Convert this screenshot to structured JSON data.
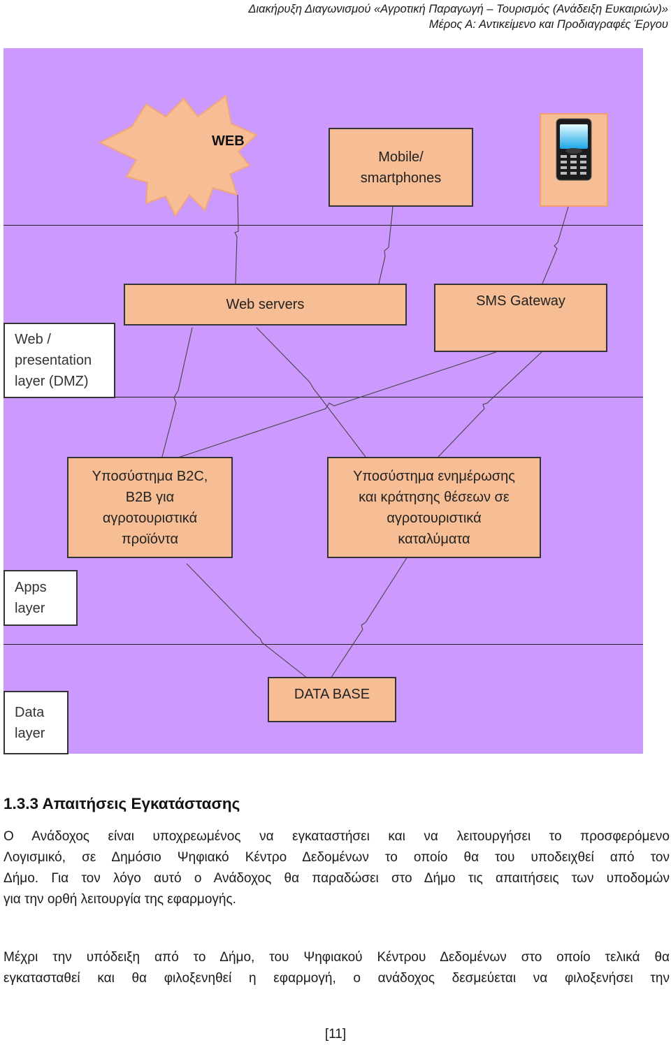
{
  "header": {
    "line1": "Διακήρυξη Διαγωνισμού «Αγροτική Παραγωγή – Τουρισμός (Ανάδειξη Ευκαιριών)»",
    "line2": "Μέρος Α: Αντικείμενο και Προδιαγραφές Έργου"
  },
  "diagram": {
    "web_label": "WEB",
    "mobile_label_1": "Mobile/",
    "mobile_label_2": "smartphones",
    "phone_icon": "mobile-phone-icon",
    "web_servers": "Web servers",
    "sms_gateway": "SMS Gateway",
    "layer_presentation_1": "Web /",
    "layer_presentation_2": "presentation",
    "layer_presentation_3": "layer (DMZ)",
    "b2c_1": "Υποσύστημα B2C,",
    "b2c_2": "B2B για",
    "b2c_3": "αγροτουριστικά",
    "b2c_4": "προϊόντα",
    "booking_1": "Υποσύστημα ενημέρωσης",
    "booking_2": "και κράτησης θέσεων σε",
    "booking_3": "αγροτουριστικά",
    "booking_4": "καταλύματα",
    "layer_apps_1": "Apps",
    "layer_apps_2": "layer",
    "database": "DATA BASE",
    "layer_data_1": "Data",
    "layer_data_2": "layer",
    "colors": {
      "background": "#cc99ff",
      "box": "#f7be95"
    }
  },
  "section": {
    "heading": "1.3.3 Απαιτήσεις Εγκατάστασης",
    "p1_l1": "Ο Ανάδοχος είναι υποχρεωμένος να εγκαταστήσει και να λειτουργήσει το προσφερόμενο",
    "p1_l2": "Λογισμικό, σε Δημόσιο Ψηφιακό Κέντρο Δεδομένων το οποίο θα του υποδειχθεί από τον",
    "p1_l3": "Δήμο. Για τον λόγο αυτό ο Ανάδοχος θα παραδώσει στο Δήμο τις απαιτήσεις των υποδομών",
    "p1_l4": "για την ορθή λειτουργία της εφαρμογής.",
    "p2_l1": "Μέχρι την υπόδειξη από το Δήμο, του Ψηφιακού Κέντρου Δεδομένων στο οποίο τελικά θα",
    "p2_l2": "εγκατασταθεί και θα φιλοξενηθεί η εφαρμογή, ο ανάδοχος δεσμεύεται να φιλοξενήσει την"
  },
  "footer": {
    "page_number": "[11]"
  }
}
